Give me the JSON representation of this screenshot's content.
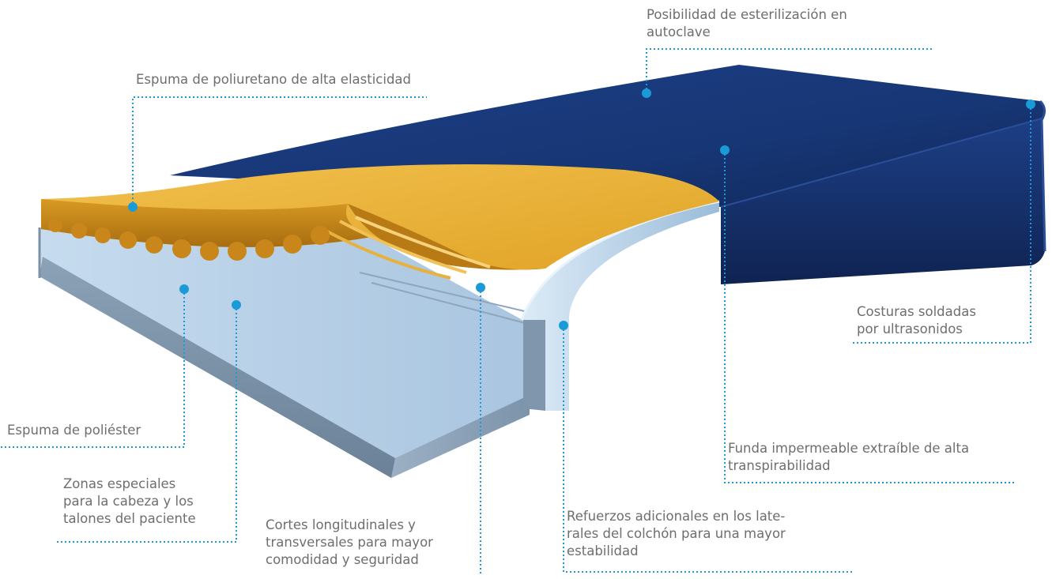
{
  "accent_color": "#1a9ad6",
  "callouts": {
    "esterilizacion": {
      "lines": [
        "Posibilidad de esterilización en",
        "autoclave"
      ]
    },
    "poliuretano": {
      "lines": [
        "Espuma de poliuretano de alta elasticidad"
      ]
    },
    "costuras": {
      "lines": [
        "Costuras soldadas",
        "por ultrasonidos"
      ]
    },
    "poliester": {
      "lines": [
        "Espuma de poliéster"
      ]
    },
    "funda": {
      "lines": [
        "Funda impermeable extraíble de alta",
        "transpirabilidad"
      ]
    },
    "zonas": {
      "lines": [
        "Zonas especiales",
        "para la cabeza y los",
        "talones del paciente"
      ]
    },
    "cortes": {
      "lines": [
        "Cortes longitudinales y",
        "transversales para mayor",
        "comodidad y seguridad"
      ]
    },
    "refuerzos": {
      "lines": [
        "Refuerzos adicionales en los late-",
        "rales del colchón para una mayor",
        "estabilidad"
      ]
    }
  }
}
